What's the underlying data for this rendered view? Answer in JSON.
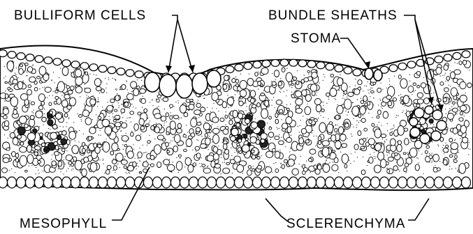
{
  "labels": {
    "bulliform": "BULLIFORM CELLS",
    "bundle_sheaths": "BUNDLE SHEATHS",
    "stoma": "STOMA",
    "mesophyll": "MESOPHYLL",
    "sclerenchyma": "SCLERENCHYMA"
  },
  "colors": {
    "ink": "#000000",
    "paper": "#ffffff"
  }
}
